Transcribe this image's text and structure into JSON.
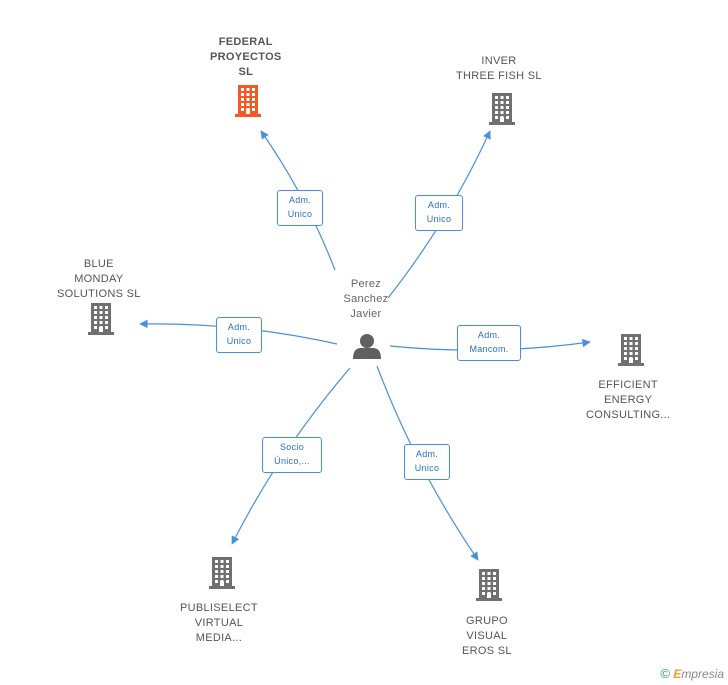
{
  "colors": {
    "edge": "#4a90d9",
    "building": "#707070",
    "building_highlight": "#f05a28",
    "person": "#606060"
  },
  "center": {
    "name_lines": [
      "Perez",
      "Sanchez",
      "Javier"
    ],
    "icon": "person-icon"
  },
  "nodes": [
    {
      "id": "federal",
      "name_lines": [
        "FEDERAL",
        "PROYECTOS",
        "SL"
      ],
      "highlight": true,
      "icon": "building-icon"
    },
    {
      "id": "inver",
      "name_lines": [
        "INVER",
        "THREE FISH SL"
      ],
      "highlight": false,
      "icon": "building-icon"
    },
    {
      "id": "blue",
      "name_lines": [
        "BLUE",
        "MONDAY",
        "SOLUTIONS SL"
      ],
      "highlight": false,
      "icon": "building-icon"
    },
    {
      "id": "efficient",
      "name_lines": [
        "EFFICIENT",
        "ENERGY",
        "CONSULTING..."
      ],
      "highlight": false,
      "icon": "building-icon"
    },
    {
      "id": "publiselect",
      "name_lines": [
        "PUBLISELECT",
        "VIRTUAL",
        "MEDIA..."
      ],
      "highlight": false,
      "icon": "building-icon"
    },
    {
      "id": "grupo",
      "name_lines": [
        "GRUPO",
        "VISUAL",
        "EROS SL"
      ],
      "highlight": false,
      "icon": "building-icon"
    }
  ],
  "edges": [
    {
      "to": "federal",
      "label_lines": [
        "Adm.",
        "Unico"
      ]
    },
    {
      "to": "inver",
      "label_lines": [
        "Adm.",
        "Unico"
      ]
    },
    {
      "to": "blue",
      "label_lines": [
        "Adm.",
        "Unico"
      ]
    },
    {
      "to": "efficient",
      "label_lines": [
        "Adm.",
        "Mancom."
      ]
    },
    {
      "to": "publiselect",
      "label_lines": [
        "Socio",
        "Único,..."
      ]
    },
    {
      "to": "grupo",
      "label_lines": [
        "Adm.",
        "Unico"
      ]
    }
  ],
  "brand": {
    "copyright": "©",
    "initial": "E",
    "rest": "mpresia"
  }
}
